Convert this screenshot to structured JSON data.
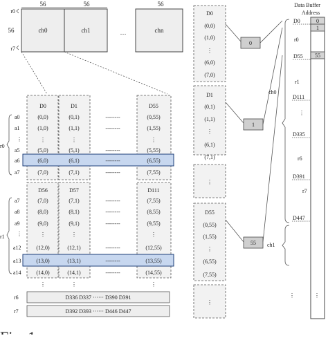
{
  "top": {
    "widths": [
      "56",
      "56",
      "56"
    ],
    "height": "56",
    "row_first": "r0",
    "row_last": "r7",
    "channels": [
      "ch0",
      "ch1",
      "chn"
    ],
    "ellipsis": "…"
  },
  "group0": {
    "row_group": "r0",
    "row_labels": [
      "a0",
      "a1",
      "⋮",
      "a5",
      "a6",
      "a7"
    ],
    "columns": [
      {
        "header": "D0",
        "cells": [
          "(0,0)",
          "(1,0)",
          "⋮",
          "(5,0)",
          "(6,0)",
          "(7,0)"
        ]
      },
      {
        "header": "D1",
        "cells": [
          "(0,1)",
          "(1,1)",
          "⋮",
          "(5,1)",
          "(6,1)",
          "(7,1)"
        ]
      },
      {
        "header": "D55",
        "cells": [
          "(0,55)",
          "(1,55)",
          "⋮",
          "(5,55)",
          "(6,55)",
          "(7,55)"
        ]
      }
    ],
    "dashes": "--------"
  },
  "group1": {
    "row_group": "r1",
    "row_labels": [
      "a7",
      "a8",
      "a9",
      "⋮",
      "a12",
      "a13",
      "a14"
    ],
    "columns": [
      {
        "header": "D56",
        "cells": [
          "(7,0)",
          "(8,0)",
          "(9,0)",
          "⋮",
          "(12,0)",
          "(13,0)",
          "(14,0)"
        ]
      },
      {
        "header": "D57",
        "cells": [
          "(7,1)",
          "(8,1)",
          "(9,1)",
          "⋮",
          "(12,1)",
          "(13,1)",
          "(14,1)"
        ]
      },
      {
        "header": "D111",
        "cells": [
          "(7,55)",
          "(8,55)",
          "(9,55)",
          "⋮",
          "(12,55)",
          "(13,55)",
          "(14,55)"
        ]
      }
    ],
    "dashes": "--------"
  },
  "extra_rows": [
    {
      "label": "r6",
      "text": "D336  D337 ······ D390  D391"
    },
    {
      "label": "r7",
      "text": "D392  D393 ······ D446  D447"
    }
  ],
  "vdots": "⋮",
  "stacked": [
    {
      "header": "D0",
      "cells": [
        "(0,0)",
        "(1,0)",
        "⋮",
        "(6,0)",
        "(7,0)"
      ],
      "tag": "0"
    },
    {
      "header": "D1",
      "cells": [
        "(0,1)",
        "(1,1)",
        "⋮",
        "(6,1)",
        "(7,1)"
      ],
      "tag": "1"
    },
    {
      "header": "D55",
      "cells": [
        "(0,55)",
        "(1,55)",
        "⋮",
        "(6,55)",
        "(7,55)"
      ],
      "tag": "55"
    }
  ],
  "buffer": {
    "title_line1": "Data Buffer",
    "title_line2": "Address",
    "ch0": "ch0",
    "ch1": "ch1",
    "labels": {
      "d0": "D0",
      "r0": "r0",
      "d55": "D55",
      "r1": "r1",
      "d111": "D111",
      "dots": "⋮",
      "d335": "D335",
      "r6": "r6",
      "d391": "D391",
      "r7": "r7",
      "d447": "D447"
    },
    "cells": [
      "0",
      "1",
      "55"
    ]
  },
  "caption": "Fig. 1 ..."
}
